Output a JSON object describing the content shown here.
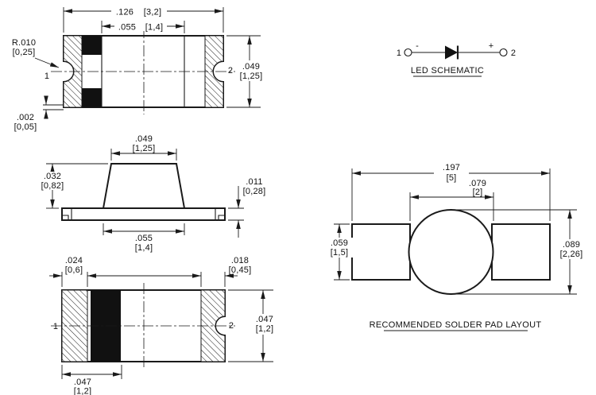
{
  "top_view": {
    "dim_overall": {
      "in": ".126",
      "mm": "[3,2]"
    },
    "dim_lens_width": {
      "in": ".055",
      "mm": "[1,4]"
    },
    "dim_height": {
      "in": ".049",
      "mm": "[1,25]"
    },
    "corner_radius": {
      "in": "R.010",
      "mm": "[0,25]"
    },
    "dim_edge_gap": {
      "in": ".002",
      "mm": "[0,05]"
    },
    "pin1": "1",
    "pin2": "2"
  },
  "led_schematic": {
    "title": "LED SCHEMATIC",
    "pin1": "1",
    "pin2": "2",
    "negative": "-",
    "positive": "+"
  },
  "side_view": {
    "dim_lens_top": {
      "in": ".049",
      "mm": "[1,25]"
    },
    "dim_lens_height": {
      "in": ".032",
      "mm": "[0,82]"
    },
    "dim_substrate_thickness": {
      "in": ".011",
      "mm": "[0,28]"
    },
    "dim_lens_base": {
      "in": ".055",
      "mm": "[1,4]"
    }
  },
  "front_view": {
    "dim_left_terminal": {
      "in": ".024",
      "mm": "[0,6]"
    },
    "dim_right_terminal": {
      "in": ".018",
      "mm": "[0,45]"
    },
    "dim_height": {
      "in": ".047",
      "mm": "[1,2]"
    },
    "dim_left_section": {
      "in": ".047",
      "mm": "[1,2]"
    },
    "pin1": "1",
    "pin2": "2"
  },
  "solder_pad_layout": {
    "title": "RECOMMENDED SOLDER PAD LAYOUT",
    "dim_overall": {
      "in": ".197",
      "mm": "[5]"
    },
    "dim_inner": {
      "in": ".079",
      "mm": "[2]"
    },
    "dim_pad_height": {
      "in": ".059",
      "mm": "[1,5]"
    },
    "dim_outer_height": {
      "in": ".089",
      "mm": "[2,26]"
    }
  }
}
